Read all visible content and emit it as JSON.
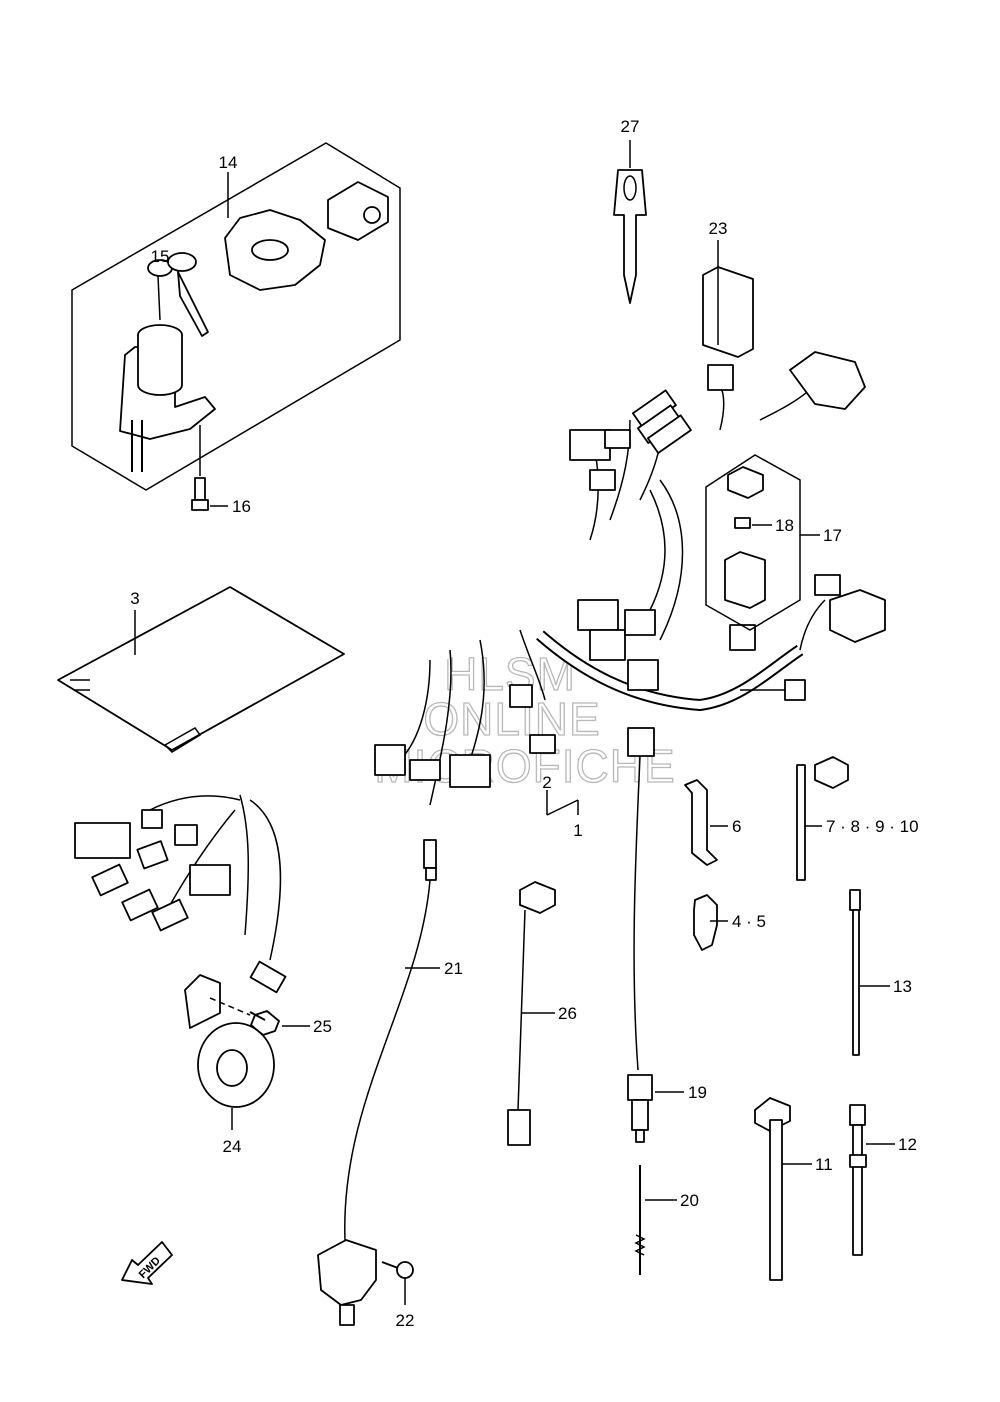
{
  "watermark": [
    "HLSM",
    "ONLINE",
    "MICROFICHE"
  ],
  "fwd_label": "FWD",
  "labels": {
    "l1": "1",
    "l2": "2",
    "l3": "3",
    "l4_5": "4 · 5",
    "l6": "6",
    "l7_10": "7 · 8 · 9 · 10",
    "l11": "11",
    "l12": "12",
    "l13": "13",
    "l14": "14",
    "l15": "15",
    "l16": "16",
    "l17": "17",
    "l18": "18",
    "l19": "19",
    "l20": "20",
    "l21": "21",
    "l22": "22",
    "l23": "23",
    "l24": "24",
    "l25": "25",
    "l26": "26",
    "l27": "27"
  }
}
